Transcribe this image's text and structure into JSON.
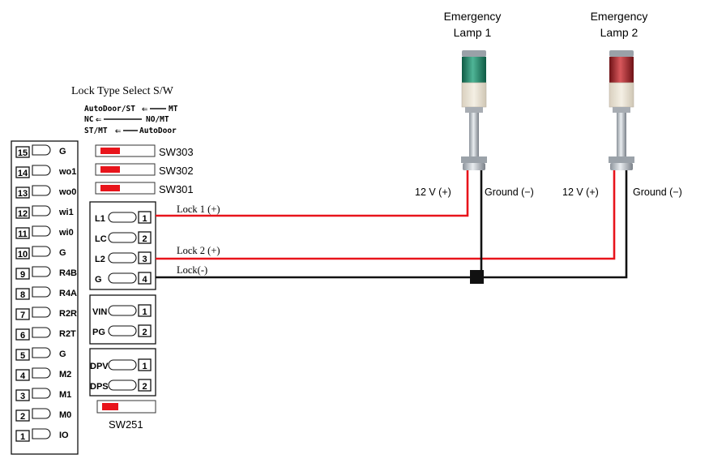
{
  "lock_select": {
    "title": "Lock Type Select S/W",
    "legend": [
      {
        "left": "AutoDoor/ST",
        "right": "MT"
      },
      {
        "left": "NC",
        "right": "NO/MT"
      },
      {
        "left": "ST/MT",
        "right": "AutoDoor"
      }
    ]
  },
  "switches": [
    {
      "label": "SW303",
      "color": "#e8141b"
    },
    {
      "label": "SW302",
      "color": "#e8141b"
    },
    {
      "label": "SW301",
      "color": "#e8141b"
    },
    {
      "label": "SW251",
      "color": "#e8141b"
    }
  ],
  "left_terminals": [
    {
      "num": "15",
      "label": "G"
    },
    {
      "num": "14",
      "label": "wo1"
    },
    {
      "num": "13",
      "label": "wo0"
    },
    {
      "num": "12",
      "label": "wi1"
    },
    {
      "num": "11",
      "label": "wi0"
    },
    {
      "num": "10",
      "label": "G"
    },
    {
      "num": "9",
      "label": "R4B"
    },
    {
      "num": "8",
      "label": "R4A"
    },
    {
      "num": "7",
      "label": "R2R"
    },
    {
      "num": "6",
      "label": "R2T"
    },
    {
      "num": "5",
      "label": "G"
    },
    {
      "num": "4",
      "label": "M2"
    },
    {
      "num": "3",
      "label": "M1"
    },
    {
      "num": "2",
      "label": "M0"
    },
    {
      "num": "1",
      "label": "IO"
    }
  ],
  "lock_block": [
    {
      "label": "L1",
      "num": "1"
    },
    {
      "label": "LC",
      "num": "2"
    },
    {
      "label": "L2",
      "num": "3"
    },
    {
      "label": "G",
      "num": "4"
    }
  ],
  "power_block": [
    {
      "label": "VIN",
      "num": "1"
    },
    {
      "label": "PG",
      "num": "2"
    }
  ],
  "dp_block": [
    {
      "label": "DPV",
      "num": "1"
    },
    {
      "label": "DPS",
      "num": "2"
    }
  ],
  "wires": {
    "lock1": "Lock 1 (+)",
    "lock2": "Lock 2 (+)",
    "lock_neg": "Lock(-)"
  },
  "lamps": [
    {
      "title_line1": "Emergency",
      "title_line2": "Lamp 1",
      "plus": "12 V (+)",
      "minus": "Ground (−)",
      "light": "#1f8a6e"
    },
    {
      "title_line1": "Emergency",
      "title_line2": "Lamp 2",
      "plus": "12 V (+)",
      "minus": "Ground (−)",
      "light": "#b3262b"
    }
  ],
  "colors": {
    "positive_wire": "#e8141b",
    "negative_wire": "#111111"
  }
}
